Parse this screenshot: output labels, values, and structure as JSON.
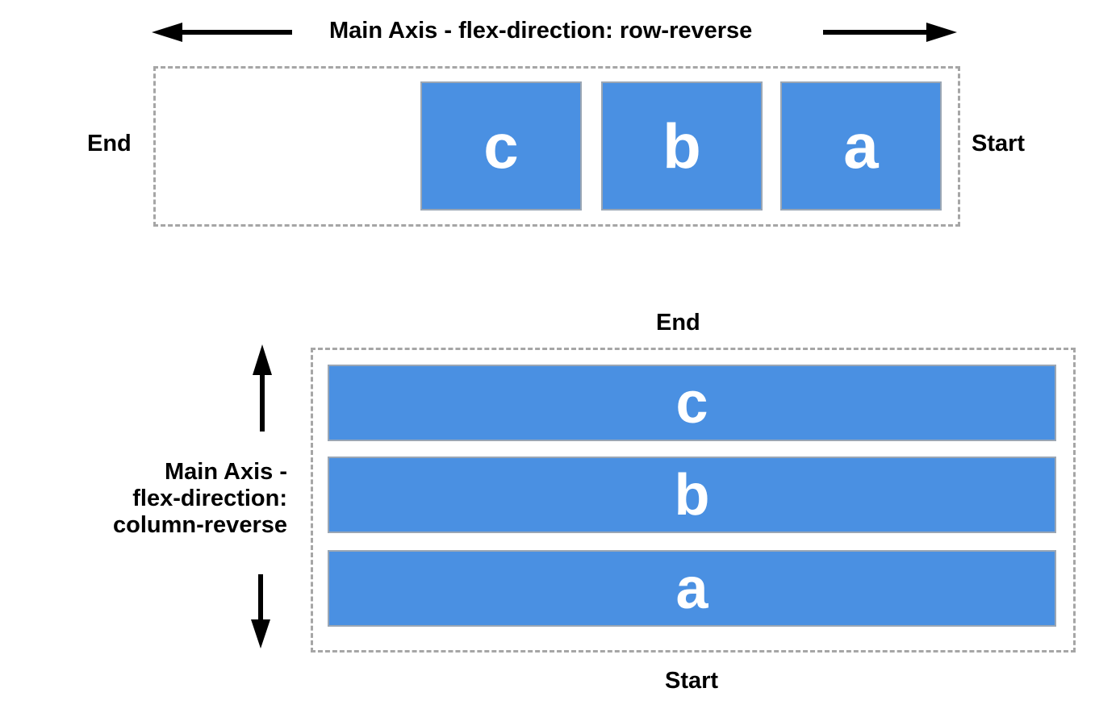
{
  "row_diagram": {
    "axis_label": "Main Axis - flex-direction: row-reverse",
    "end_label": "End",
    "start_label": "Start",
    "items": [
      "c",
      "b",
      "a"
    ]
  },
  "column_diagram": {
    "axis_label_lines": [
      "Main Axis -",
      "flex-direction:",
      "column-reverse"
    ],
    "end_label": "End",
    "start_label": "Start",
    "items": [
      "c",
      "b",
      "a"
    ]
  },
  "colors": {
    "item_fill": "#4a90e2",
    "item_text": "#ffffff",
    "container_border": "#a6a6a6",
    "arrow": "#000000"
  },
  "icons": {
    "row_arrows": [
      "arrow-left-icon",
      "arrow-right-icon"
    ],
    "column_arrows": [
      "arrow-up-icon",
      "arrow-down-icon"
    ]
  }
}
